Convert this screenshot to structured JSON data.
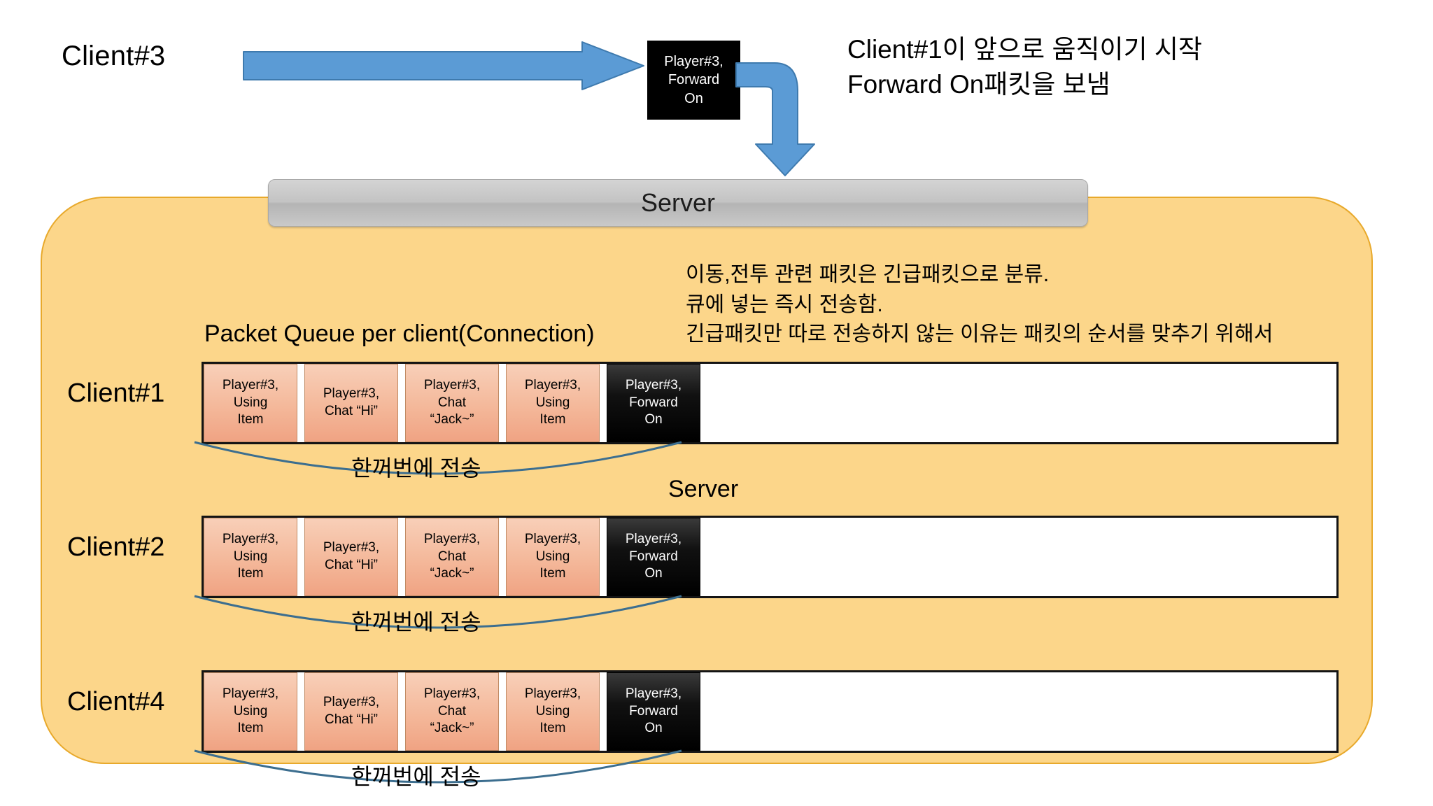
{
  "top": {
    "client_label": "Client#3",
    "arrow_right_name": "blue-right-arrow",
    "packet_box": "Player#3,\nForward\nOn",
    "note": "Client#1이 앞으로 움직이기 시작\nForward On패킷을 보냄"
  },
  "server_bar": {
    "label": "Server"
  },
  "panel": {
    "mid_note": "이동,전투 관련 패킷은 긴급패킷으로 분류.\n큐에 넣는 즉시 전송함.\n긴급패킷만 따로 전송하지 않는 이유는 패킷의 순서를 맞추기 위해서",
    "queue_caption": "Packet Queue per client(Connection)",
    "server_mid_label": "Server",
    "send_caption": "한꺼번에 전송"
  },
  "rows": [
    {
      "client": "Client#1",
      "packets": [
        {
          "text": "Player#3,\nUsing\nItem",
          "type": "normal"
        },
        {
          "text": "Player#3,\nChat “Hi”",
          "type": "normal"
        },
        {
          "text": "Player#3,\nChat\n“Jack~”",
          "type": "normal"
        },
        {
          "text": "Player#3,\nUsing\nItem",
          "type": "normal"
        },
        {
          "text": "Player#3,\nForward\nOn",
          "type": "urgent"
        }
      ],
      "send_caption": "한꺼번에 전송"
    },
    {
      "client": "Client#2",
      "packets": [
        {
          "text": "Player#3,\nUsing\nItem",
          "type": "normal"
        },
        {
          "text": "Player#3,\nChat “Hi”",
          "type": "normal"
        },
        {
          "text": "Player#3,\nChat\n“Jack~”",
          "type": "normal"
        },
        {
          "text": "Player#3,\nUsing\nItem",
          "type": "normal"
        },
        {
          "text": "Player#3,\nForward\nOn",
          "type": "urgent"
        }
      ],
      "send_caption": "한꺼번에 전송"
    },
    {
      "client": "Client#4",
      "packets": [
        {
          "text": "Player#3,\nUsing\nItem",
          "type": "normal"
        },
        {
          "text": "Player#3,\nChat “Hi”",
          "type": "normal"
        },
        {
          "text": "Player#3,\nChat\n“Jack~”",
          "type": "normal"
        },
        {
          "text": "Player#3,\nUsing\nItem",
          "type": "normal"
        },
        {
          "text": "Player#3,\nForward\nOn",
          "type": "urgent"
        }
      ],
      "send_caption": "한꺼번에 전송"
    }
  ],
  "colors": {
    "panel_fill": "#FCD68A",
    "panel_border": "#E8A92B",
    "arrow_blue": "#5B9BD5",
    "arrow_blue_border": "#3E7AAE",
    "packet_normal": "#F4B89A",
    "packet_urgent": "#000000",
    "server_grey": "#C3C3C3",
    "arc_line": "#3C6E8F"
  }
}
